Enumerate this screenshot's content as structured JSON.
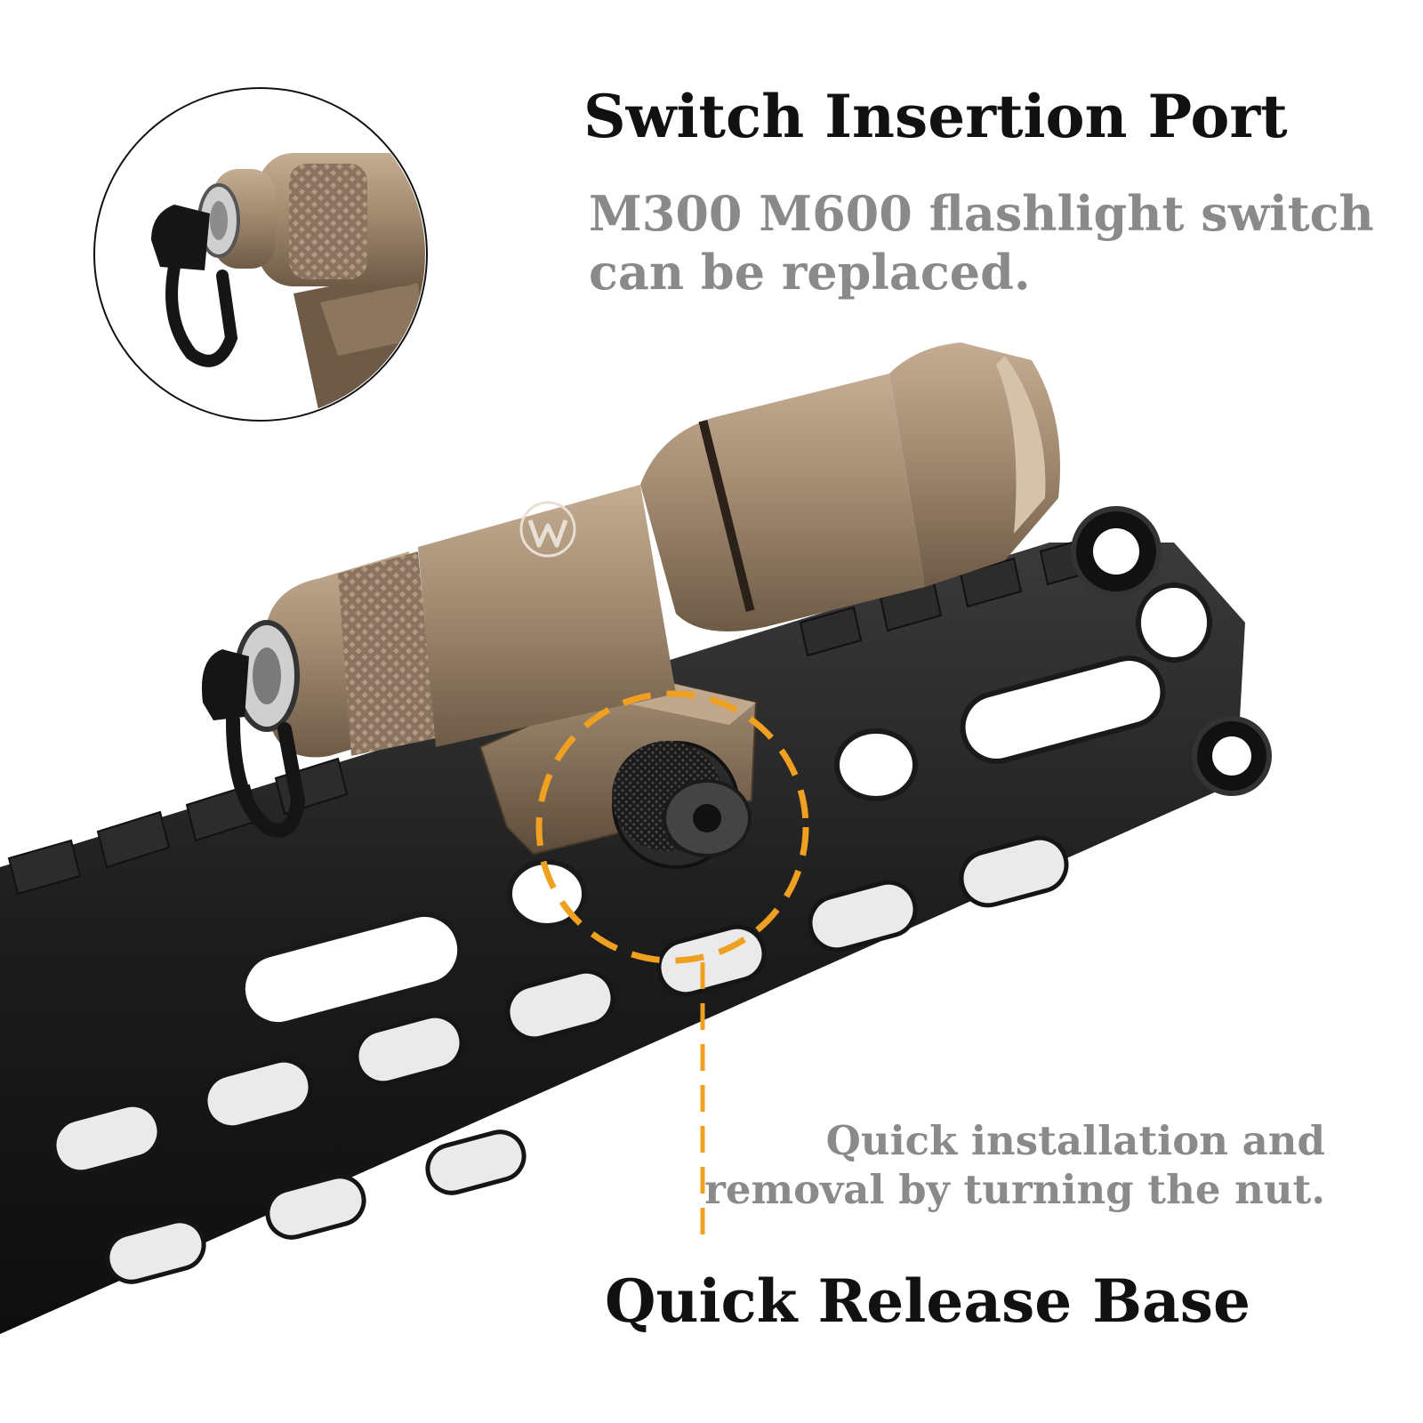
{
  "callouts": {
    "switch_port": {
      "title": "Switch Insertion Port",
      "description_line1": "M300 M600 flashlight switch",
      "description_line2": "can be replaced."
    },
    "quick_release": {
      "title": "Quick Release Base",
      "description_line1": "Quick installation and",
      "description_line2": "removal by turning the nut."
    }
  },
  "colors": {
    "highlight": "#f0a020",
    "title_text": "#111111",
    "description_text": "#8a8a8a",
    "flashlight_body": "#a08a72",
    "rail": "#1e1e1e",
    "background": "#ffffff"
  },
  "icons": {
    "brand_logo": "wm-logo-mark"
  }
}
